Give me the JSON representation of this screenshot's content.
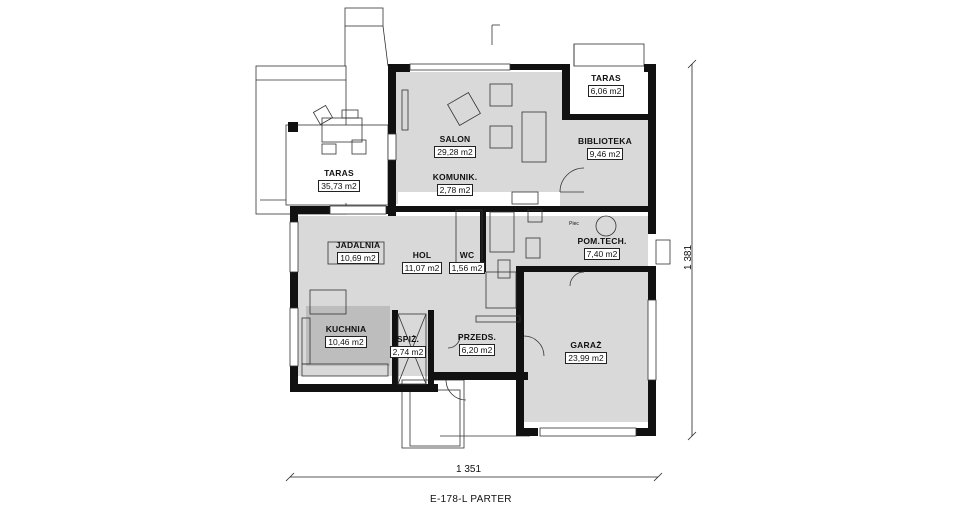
{
  "title": "E-178-L PARTER",
  "dimensions": {
    "width": "1 351",
    "height": "1 381"
  },
  "rooms": [
    {
      "id": "taras-top",
      "name": "TARAS",
      "area": "6,06 m2"
    },
    {
      "id": "salon",
      "name": "SALON",
      "area": "29,28 m2"
    },
    {
      "id": "biblioteka",
      "name": "BIBLIOTEKA",
      "area": "9,46 m2"
    },
    {
      "id": "komunik",
      "name": "KOMUNIK.",
      "area": "2,78 m2"
    },
    {
      "id": "taras-left",
      "name": "TARAS",
      "area": "35,73 m2"
    },
    {
      "id": "jadalnia",
      "name": "JADALNIA",
      "area": "10,69 m2"
    },
    {
      "id": "hol",
      "name": "HOL",
      "area": "11,07 m2"
    },
    {
      "id": "wc",
      "name": "WC",
      "area": "1,56 m2"
    },
    {
      "id": "pom-tech",
      "name": "POM.TECH.",
      "area": "7,40 m2"
    },
    {
      "id": "kuchnia",
      "name": "KUCHNIA",
      "area": "10,46 m2"
    },
    {
      "id": "spiz",
      "name": "SPIŻ.",
      "area": "2,74 m2"
    },
    {
      "id": "przeds",
      "name": "PRZEDS.",
      "area": "6,20 m2"
    },
    {
      "id": "garaz",
      "name": "GARAŻ",
      "area": "23,99 m2"
    }
  ],
  "fixtures": {
    "piec_label": "Piec"
  },
  "colors": {
    "wall": "#111111",
    "room_fill": "#d9d9d9",
    "kitchen_fill": "#bdbdbd",
    "line": "#333333"
  }
}
